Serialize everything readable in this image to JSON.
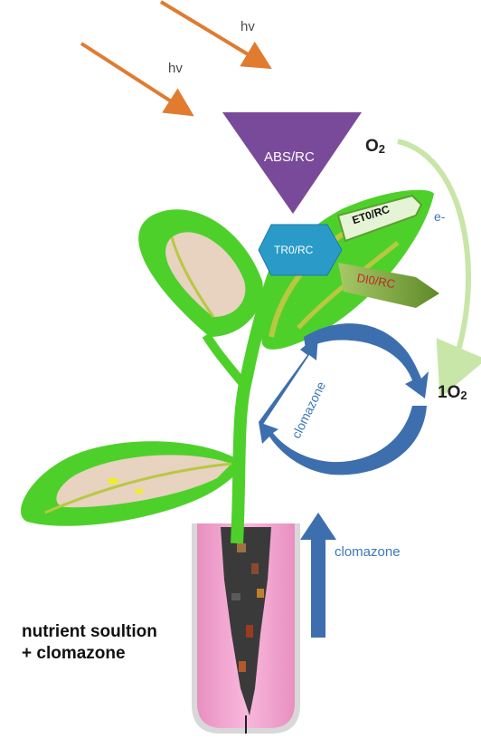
{
  "labels": {
    "photon_1": "hv",
    "photon_2": "hv",
    "abs": "ABS/RC",
    "tr0": "TR0/RC",
    "et0": "ET0/RC",
    "di0": "DI0/RC",
    "oxygen": "O",
    "oxygen_sub": "2",
    "singlet_prefix": "1",
    "singlet": "O",
    "singlet_sub": "2",
    "electron": "e-",
    "clomazone_stem": "clomazone",
    "clomazone_root": "clomazone",
    "nutrient_line1": "nutrient soultion",
    "nutrient_line2": "+ clomazone"
  },
  "colors": {
    "photon_arrow": "#e07b30",
    "abs_triangle": "#7a4a9a",
    "tr0_hexagon": "#2a9bc8",
    "et0_arrow": "#d8f0c0",
    "di0_arrow": "#7aa83a",
    "di0_text": "#c0282c",
    "cycle_arrow": "#3d6fae",
    "green_arc": "#b8dc90",
    "leaf": "#4ed02a",
    "root_tube": "#f0a0c8",
    "electron_text": "#3c78b8"
  }
}
